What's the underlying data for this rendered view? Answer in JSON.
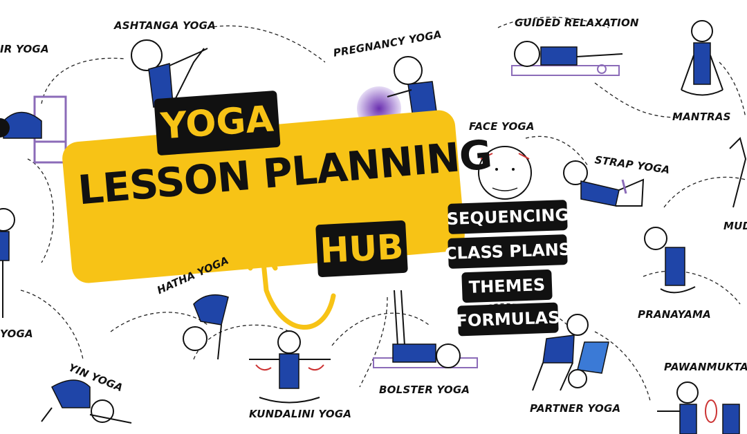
{
  "colors": {
    "accent": "#f7c316",
    "figure_blue": "#1f45a8",
    "ink": "#111111",
    "prop_purple": "#8b6bb8"
  },
  "title": {
    "line1": "YOGA",
    "line2": "LESSON PLANNING",
    "line3": "HUB"
  },
  "features": [
    "SEQUENCING",
    "CLASS PLANS",
    "THEMES",
    "FORMULAS"
  ],
  "styles": {
    "chair": "IR YOGA",
    "ashtanga": "ASHTANGA YOGA",
    "pregnancy": "PREGNANCY YOGA",
    "guided": "GUIDED RELAXATION",
    "mantras": "MANTRAS",
    "face": "FACE YOGA",
    "strap": "STRAP YOGA",
    "mudras": "MUD",
    "pranayama": "PRANAYAMA",
    "pawan": "PAWANMUKTAS",
    "partner": "PARTNER YOGA",
    "bolster": "BOLSTER YOGA",
    "kundalini": "KUNDALINI YOGA",
    "hatha": "HATHA YOGA",
    "yin": "YIN YOGA",
    "left_yoga": "YOGA"
  }
}
